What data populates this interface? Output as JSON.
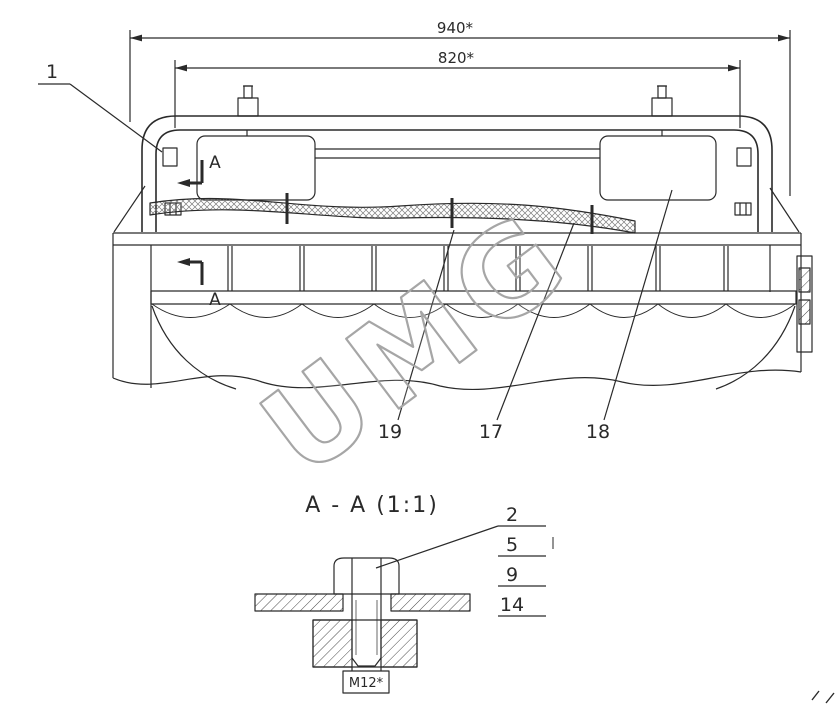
{
  "drawing": {
    "watermark": "UMG",
    "dimensions": {
      "overall": "940*",
      "inner": "820*"
    },
    "section_marks": {
      "top": "A",
      "bottom": "A"
    },
    "callouts": {
      "frame": "1",
      "clamp": "19",
      "hose": "17",
      "plate": "18"
    },
    "section_view": {
      "title": "A - A  (1:1)",
      "thread_label": "M12*",
      "callouts": [
        "2",
        "5",
        "9",
        "14"
      ]
    }
  }
}
